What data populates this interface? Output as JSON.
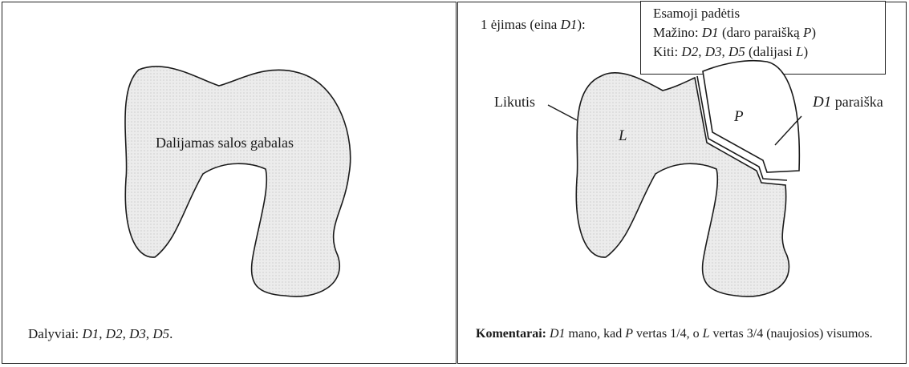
{
  "left": {
    "shape_label": "Dalijamas salos gabalas",
    "participants_prefix": "Dalyviai:",
    "participants": [
      "D1",
      "D2",
      "D3",
      "D5"
    ]
  },
  "right": {
    "step": {
      "prefix": "1 ėjimas (eina ",
      "player": "D1",
      "suffix": "):"
    },
    "state_box": {
      "title": "Esamoji padėtis",
      "line1": {
        "prefix": "Mažino: ",
        "player": "D1",
        "middle": " (daro paraišką ",
        "piece": "P",
        "suffix": ")"
      },
      "line2": {
        "prefix": "Kiti: ",
        "players": [
          "D2",
          "D3",
          "D5"
        ],
        "middle": " (dalijasi ",
        "piece": "L",
        "suffix": ")"
      }
    },
    "callouts": {
      "remainder_label": "Likutis",
      "claim_label_player": "D1",
      "claim_label_suffix": " paraiška"
    },
    "piece_labels": {
      "claim": "P",
      "remainder": "L"
    },
    "comment": {
      "heading": "Komentarai:",
      "player": "D1",
      "text1": " mano, kad ",
      "p": "P",
      "text2": " vertas 1/4, o ",
      "l": "L",
      "text3": " vertas 3/4 (naujosios) visumos."
    }
  },
  "colors": {
    "fill": "#e6e6e6",
    "stroke": "#1a1a1a",
    "background": "#ffffff"
  }
}
